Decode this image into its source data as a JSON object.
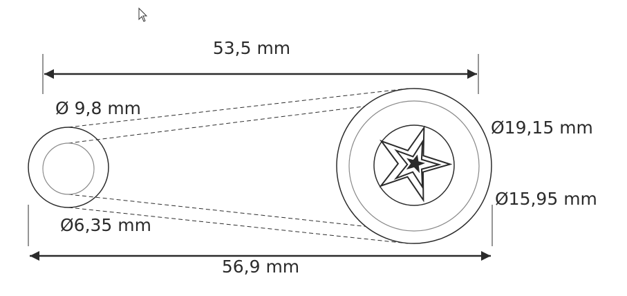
{
  "labels": {
    "top_length": "53,5 mm",
    "bottom_length": "56,9 mm",
    "small_outer_diameter": "Ø 9,8 mm",
    "small_inner_diameter": "Ø6,35 mm",
    "large_outer_diameter": "Ø19,15 mm",
    "large_inner_diameter": "Ø15,95 mm"
  },
  "colors": {
    "ink": "#2b2b2b",
    "thin_ring": "#888888",
    "background": "#ffffff"
  }
}
